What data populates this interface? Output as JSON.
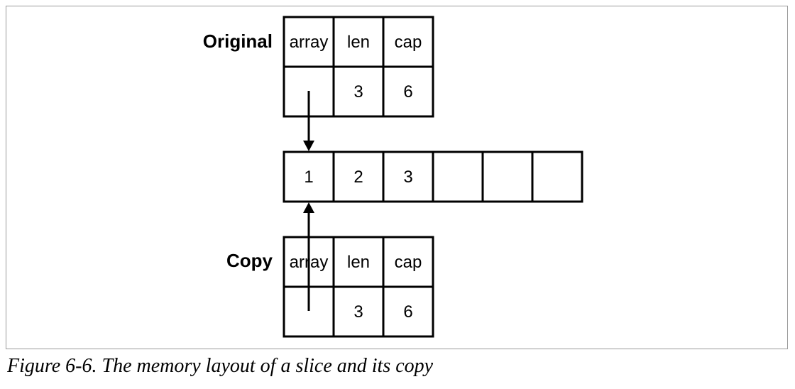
{
  "original": {
    "label": "Original",
    "headers": [
      "array",
      "len",
      "cap"
    ],
    "values": [
      "",
      "3",
      "6"
    ]
  },
  "backing_array": {
    "values": [
      "1",
      "2",
      "3",
      "",
      "",
      ""
    ]
  },
  "copy": {
    "label": "Copy",
    "headers": [
      "array",
      "len",
      "cap"
    ],
    "values": [
      "",
      "3",
      "6"
    ]
  },
  "caption": "Figure 6-6. The memory layout of a slice and its copy"
}
